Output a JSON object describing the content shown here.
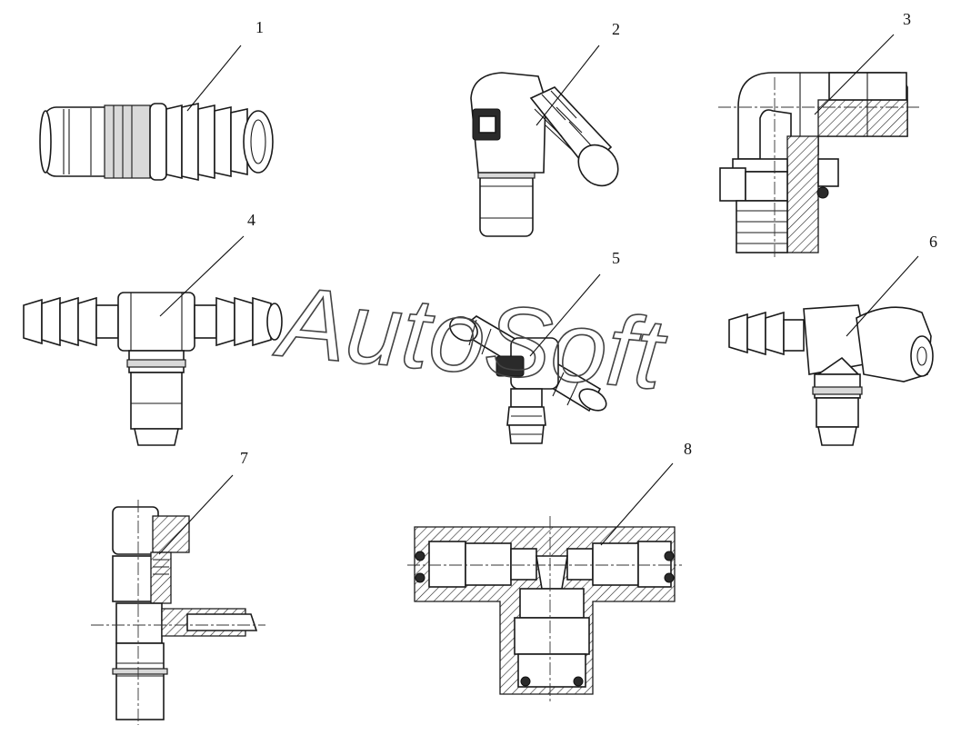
{
  "watermark": "AutoSoft",
  "callouts": {
    "c1": "1",
    "c2": "2",
    "c3": "3",
    "c4": "4",
    "c5": "5",
    "c6": "6",
    "c7": "7",
    "c8": "8"
  }
}
